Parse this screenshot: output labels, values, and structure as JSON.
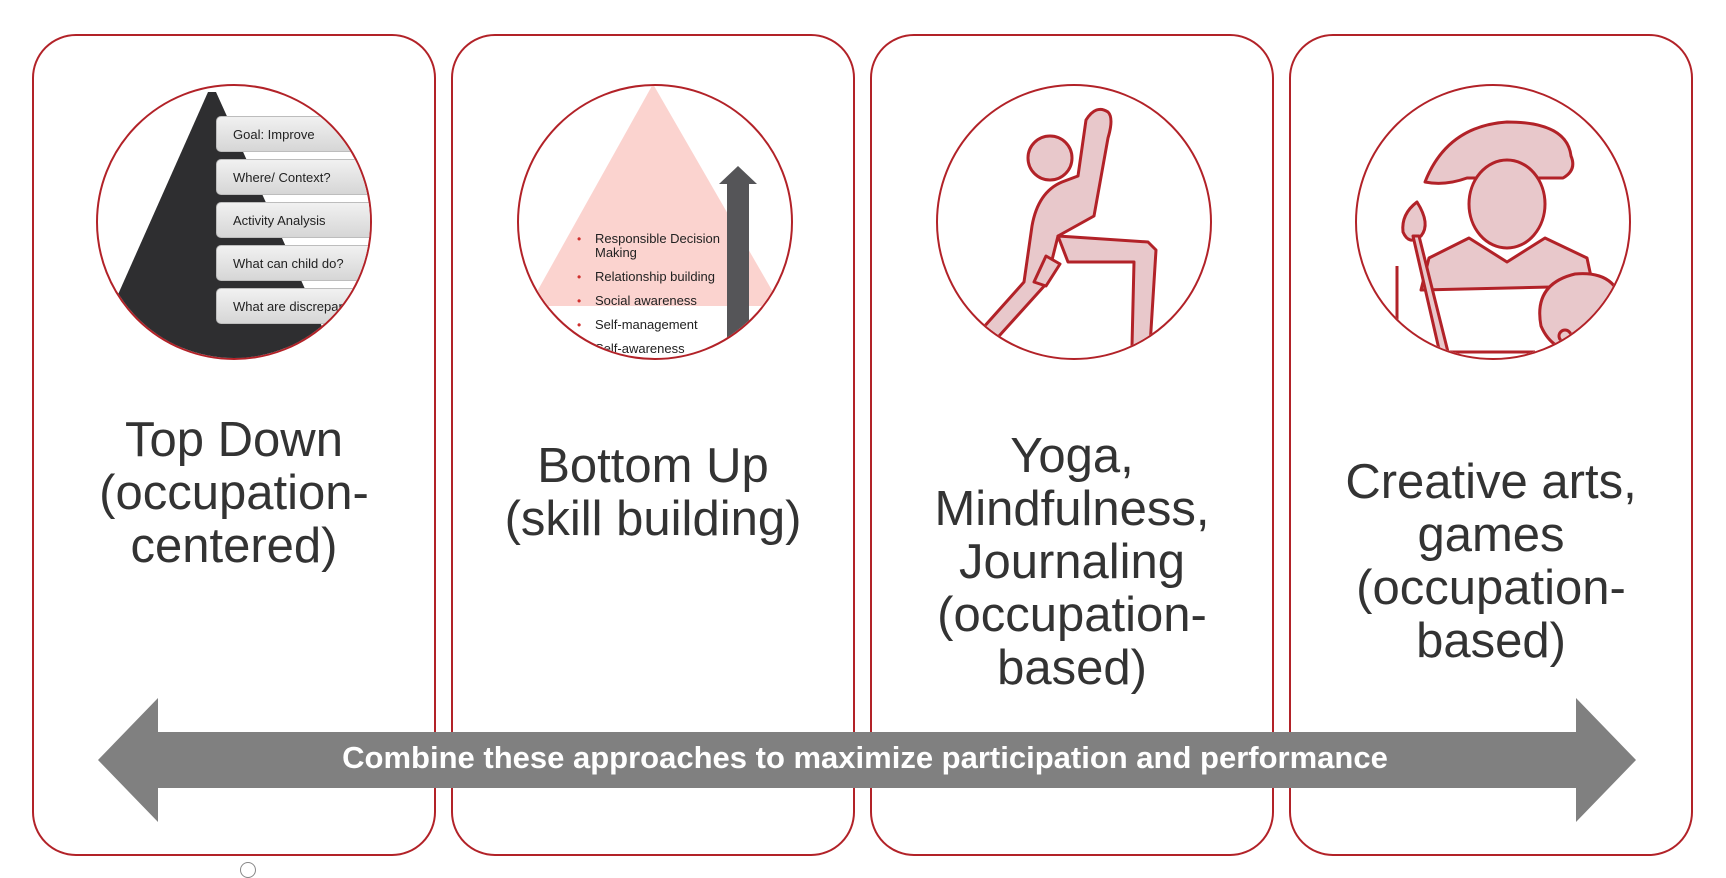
{
  "colors": {
    "border": "#b22228",
    "icon_fill": "#e8c8cb",
    "icon_stroke": "#b22228",
    "arrow": "#808080",
    "pyramid_dark": "#2e2e30",
    "pyramid_light": "#fbd3cf"
  },
  "cards": [
    {
      "title_lines": [
        "Top Down",
        "(occupation-",
        "centered)"
      ],
      "image": {
        "type": "pyramid-steps",
        "rows": [
          "Goal: Improve",
          "Where/ Context?",
          "Activity Analysis",
          "What can child do?",
          "What are discrepanc"
        ]
      }
    },
    {
      "title_lines": [
        "Bottom Up",
        "(skill building)"
      ],
      "image": {
        "type": "pyramid-list",
        "items": [
          "Responsible Decision Making",
          "Relationship building",
          "Social awareness",
          "Self-management",
          "Self-awareness"
        ]
      }
    },
    {
      "title_lines": [
        "Yoga,",
        "Mindfulness,",
        "Journaling",
        "(occupation-",
        "based)"
      ],
      "image": {
        "type": "icon",
        "icon": "yoga-pose-icon"
      }
    },
    {
      "title_lines": [
        "Creative arts,",
        "games",
        "(occupation-",
        "based)"
      ],
      "image": {
        "type": "icon",
        "icon": "artist-palette-icon"
      }
    }
  ],
  "arrow_label": "Combine these approaches to maximize participation and performance"
}
